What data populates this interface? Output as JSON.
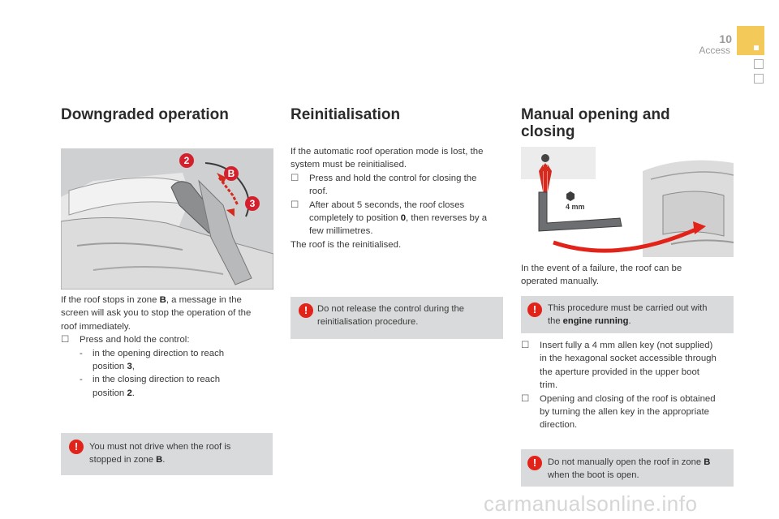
{
  "header": {
    "page_number": "10",
    "section": "Access"
  },
  "colors": {
    "accent_tab": "#f3c95a",
    "warning_red": "#e2231a",
    "warning_box": "#d9dadb"
  },
  "icons": [
    "warning-icon",
    "bullet-arrow-icon",
    "allen-key-icon",
    "hex-socket-icon"
  ],
  "downgraded": {
    "title": "Downgraded operation",
    "illustration_labels": [
      "2",
      "B",
      "3"
    ],
    "para_l1a": "If the roof stops in zone ",
    "para_l1b": "B",
    "para_l1c": ", a message in the",
    "para_l2": "screen will ask you to stop the operation of the",
    "para_l3": "roof immediately.",
    "bullet_glyph": "",
    "bullet1": "Press and hold the control:",
    "sub1_l1": "in the opening direction to reach",
    "sub1_l2a": "position ",
    "sub1_l2b": "3",
    "sub1_l2c": ",",
    "sub2_l1": "in the closing direction to reach",
    "sub2_l2a": "position ",
    "sub2_l2b": "2",
    "sub2_l2c": ".",
    "dash": "-",
    "warning_l1": "You must not drive when the roof is",
    "warning_l2a": "stopped in zone ",
    "warning_l2b": "B",
    "warning_l2c": "."
  },
  "reinit": {
    "title": "Reinitialisation",
    "l1": "If the automatic roof operation mode is lost, the",
    "l2": "system must be reinitialised.",
    "b1_l1": "Press and hold the control for closing the",
    "b1_l2": "roof.",
    "b2_l1": "After about 5 seconds, the roof closes",
    "b2_l2a": "completely to position ",
    "b2_l2b": "0",
    "b2_l2c": ", then reverses by a",
    "b2_l3": "few millimetres.",
    "l_end": "The roof is the reinitialised.",
    "warning_l1": "Do not release the control during the",
    "warning_l2": "reinitialisation procedure."
  },
  "manual": {
    "title_l1": "Manual opening and",
    "title_l2": "closing",
    "key_label": "4 mm",
    "intro_l1": "In the event of a failure, the roof can be",
    "intro_l2": "operated manually.",
    "warning1_l1": "This procedure must be carried out with",
    "warning1_l2a": "the ",
    "warning1_l2b": "engine running",
    "warning1_l2c": ".",
    "b1_l1": "Insert fully a 4 mm allen key (not supplied)",
    "b1_l2": "in the hexagonal socket accessible through",
    "b1_l3": "the aperture provided in the upper boot",
    "b1_l4": "trim.",
    "b2_l1": "Opening and closing of the roof is obtained",
    "b2_l2": "by turning the allen key in the appropriate",
    "b2_l3": "direction.",
    "warning2_l1a": "Do not manually open the roof in zone ",
    "warning2_l1b": "B",
    "warning2_l2": "when the boot is open."
  },
  "footer": {
    "watermark": "carmanualsonline.info"
  }
}
